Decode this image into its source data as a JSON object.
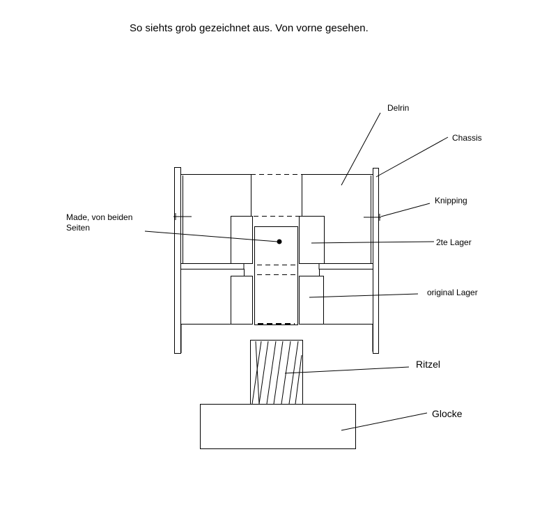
{
  "caption": "So siehts grob gezeichnet aus. Von vorne gesehen.",
  "labels": {
    "delrin": "Delrin",
    "chassis": "Chassis",
    "knipping": "Knipping",
    "made_line1": "Made, von beiden",
    "made_line2": "Seiten",
    "lager2": "2te Lager",
    "original_lager": "original Lager",
    "ritzel": "Ritzel",
    "glocke": "Glocke"
  },
  "colors": {
    "stroke": "#000000",
    "background": "#ffffff"
  }
}
